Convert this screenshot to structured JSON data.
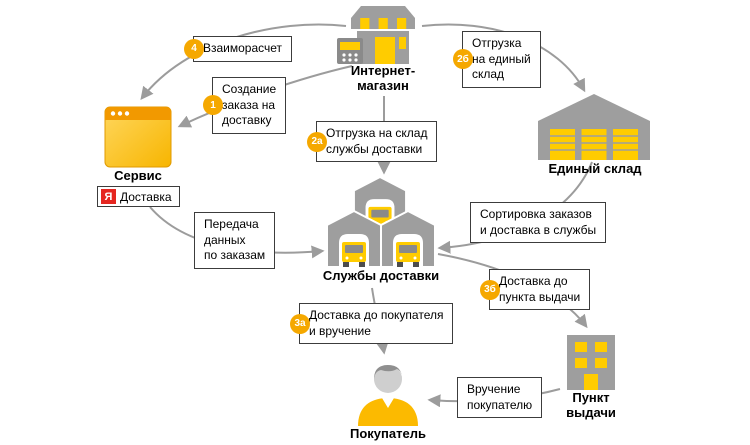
{
  "colors": {
    "accent": "#f5a800",
    "yellow": "#ffcc00",
    "amber": "#fcba00",
    "gray": "#9e9e9e",
    "gray_dark": "#8a8a8a",
    "arrow": "#9c9c9c",
    "yandex_red": "#e52620",
    "box_border": "#3c3c3c"
  },
  "nodes": {
    "shop": {
      "label": "Интернет-\nмагазин"
    },
    "service": {
      "label": "Сервис",
      "badge_letter": "Я",
      "badge_text": "Доставка"
    },
    "warehouse": {
      "label": "Единый склад"
    },
    "couriers": {
      "label": "Службы доставки"
    },
    "pickup": {
      "label": "Пункт\nвыдачи"
    },
    "buyer": {
      "label": "Покупатель"
    }
  },
  "steps": {
    "settlement": {
      "num": "4",
      "text": "Взаиморасчет"
    },
    "create_order": {
      "num": "1",
      "text": "Создание\nзаказа на\nдоставку"
    },
    "ship_warehouse": {
      "num": "2б",
      "text": "Отгрузка\nна единый\nсклад"
    },
    "ship_courier": {
      "num": "2а",
      "text": "Отгрузка на склад\nслужбы доставки"
    },
    "data_transfer": {
      "text": "Передача\nданных\nпо заказам"
    },
    "sorting": {
      "text": "Сортировка заказов\nи доставка в службы"
    },
    "to_pickup": {
      "num": "3б",
      "text": "Доставка до\nпункта выдачи"
    },
    "to_buyer": {
      "num": "3а",
      "text": "Доставка до покупателя\nи вручение"
    },
    "handover": {
      "text": "Вручение\nпокупателю"
    }
  }
}
